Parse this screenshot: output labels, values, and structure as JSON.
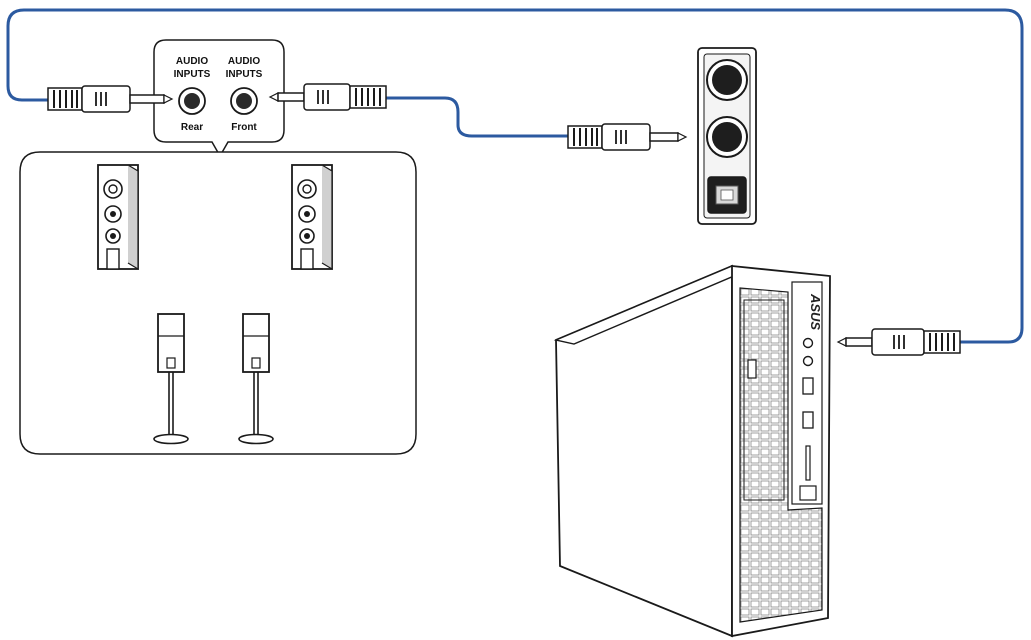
{
  "colors": {
    "cable": "#2c5aa0",
    "line": "#1a1a1a",
    "background": "#ffffff",
    "panel_fill": "#f4f4f4"
  },
  "jacks": {
    "rear": {
      "title_line1": "AUDIO",
      "title_line2": "INPUTS",
      "position_label": "Rear"
    },
    "front": {
      "title_line1": "AUDIO",
      "title_line2": "INPUTS",
      "position_label": "Front"
    }
  },
  "pc": {
    "brand": "ASUS"
  },
  "icons": {
    "floor_speaker": "floor-speaker-icon",
    "satellite_speaker": "satellite-speaker-icon",
    "audio_plug": "audio-plug-icon",
    "audio_port": "audio-port-icon",
    "spdif_port": "spdif-port-icon",
    "desktop_pc": "desktop-pc-icon"
  }
}
